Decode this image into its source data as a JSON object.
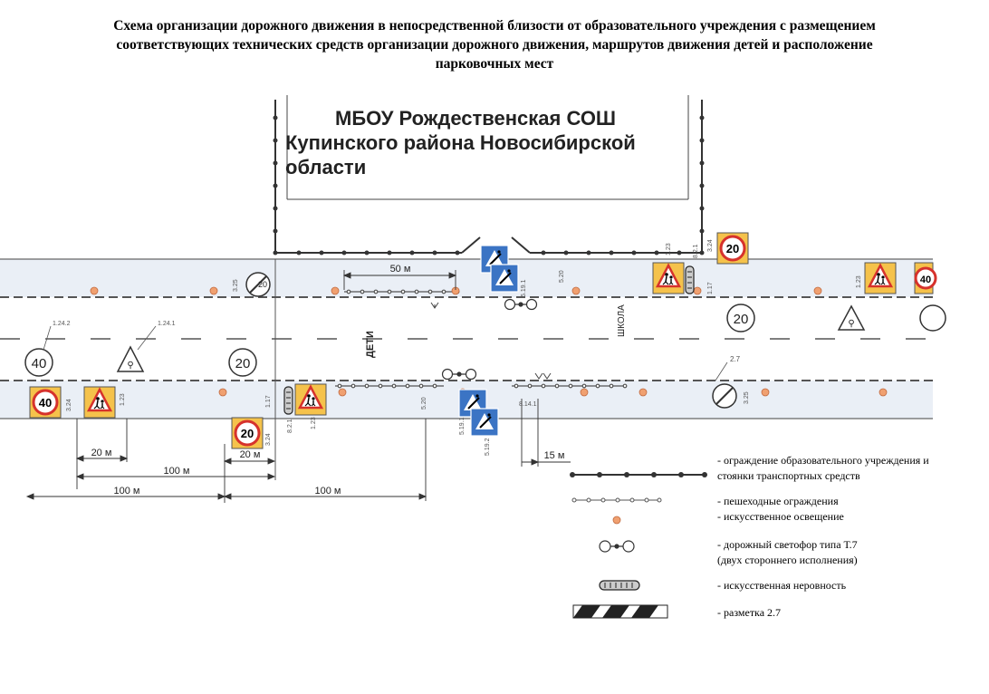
{
  "title": {
    "line1": "Схема организации дорожного движения в непосредственной близости от образовательного учреждения с размещением",
    "line2": "соответствующих технических средств организации дорожного движения, маршрутов движения детей и расположение",
    "line3": "парковочных мест"
  },
  "school": {
    "line1": "МБОУ Рождественская СОШ",
    "line2": "Купинского района Новосибирской",
    "line3": "области"
  },
  "road_text": {
    "deti": "ДЕТИ",
    "shkola": "ШКОЛА"
  },
  "signs": {
    "speed20": "20",
    "speed40": "40",
    "code_325": "3.25",
    "code_324": "3.24",
    "code_123": "1.23",
    "code_117": "1.17",
    "code_5191": "5.19.1",
    "code_5192": "5.19.2",
    "code_520": "5.20",
    "code_8141": "8.14.1",
    "code_821": "8.2.1",
    "code_1242": "1.24.2",
    "code_1241": "1.24.1",
    "code_27": "2.7"
  },
  "dimensions": {
    "d50": "50 м",
    "d20": "20 м",
    "d100": "100 м",
    "d15": "15 м"
  },
  "legend": {
    "fence_line1": "- ограждение образовательного учреждения и",
    "fence_line2": "стоянки транспортных средств",
    "ped_fence": "- пешеходные ограждения",
    "lighting": "- искусственное освещение",
    "light_line1": "- дорожный светофор типа Т.7",
    "light_line2": "(двух стороннего исполнения)",
    "bump": "- искусственная неровность",
    "marking": "- разметка 2.7"
  },
  "colors": {
    "road": "#eaeff6",
    "sign_yellow": "#f5c24b",
    "sign_red": "#d6322c",
    "sign_blue": "#3b74c4",
    "lamp": "#f0a070"
  }
}
